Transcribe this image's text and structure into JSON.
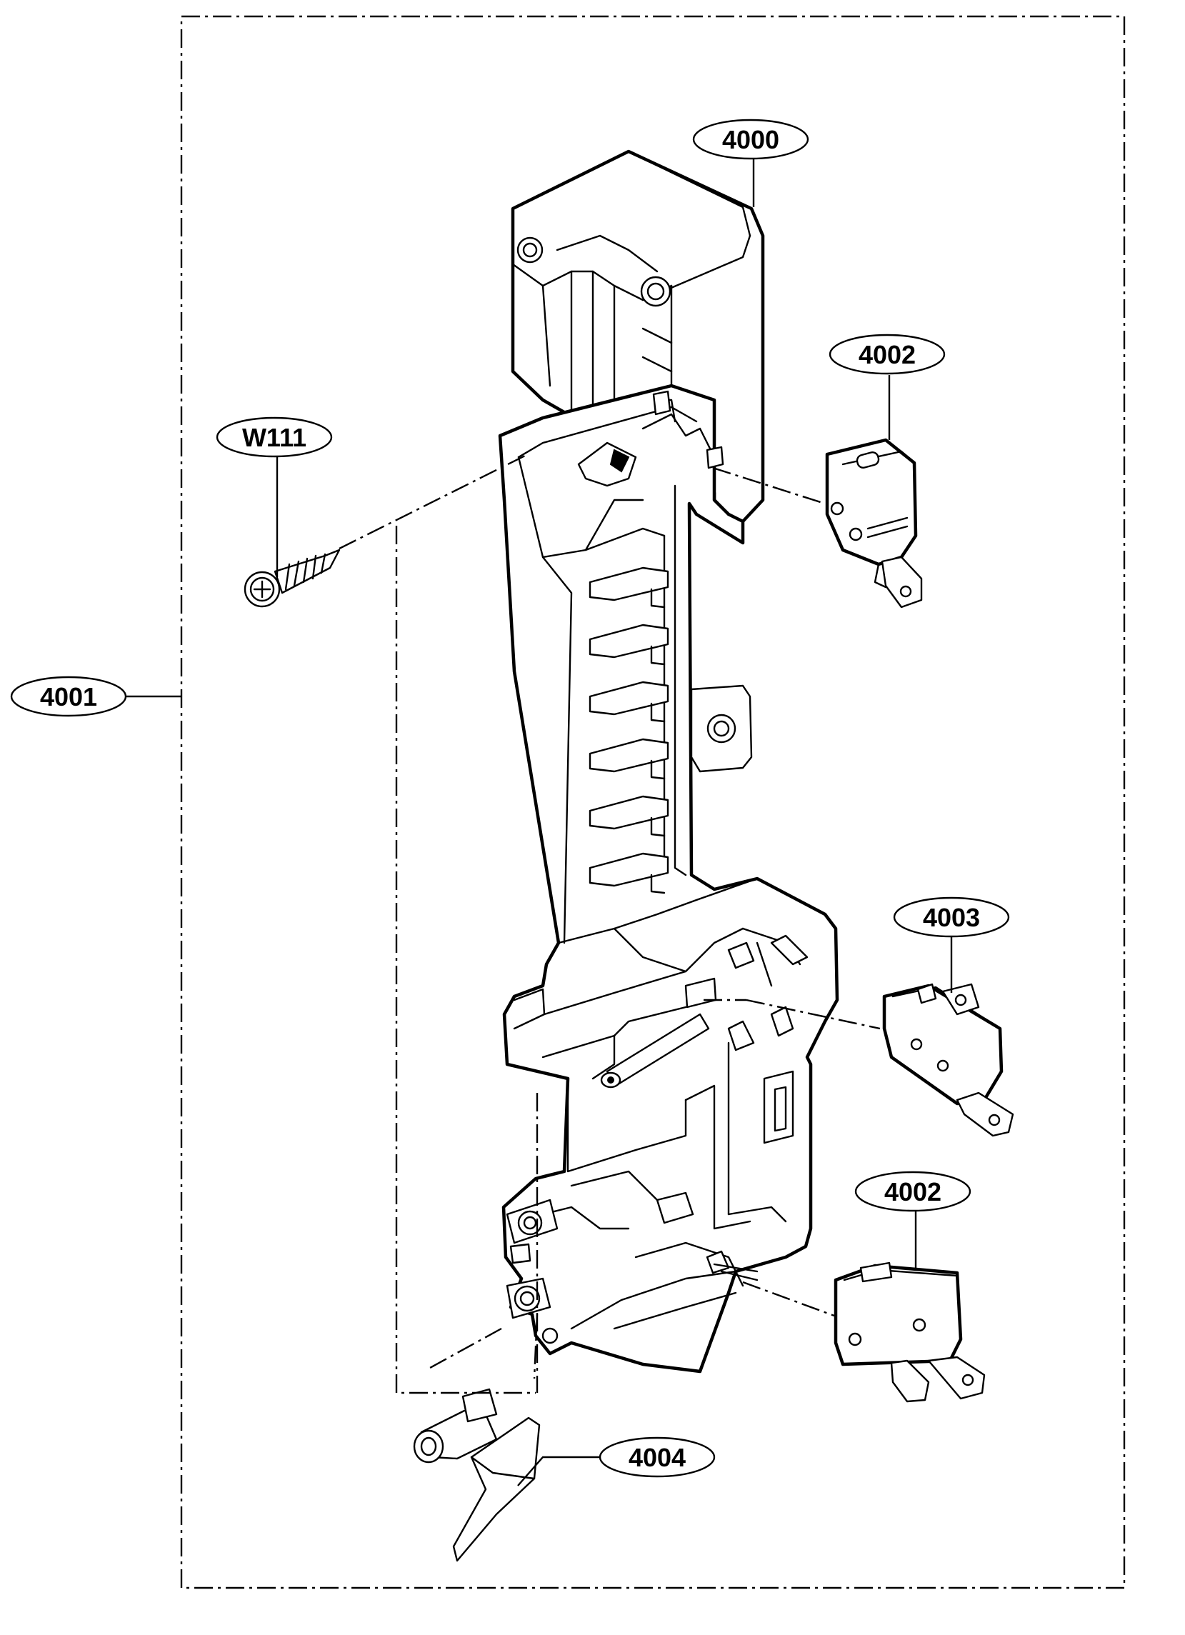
{
  "diagram": {
    "callouts": [
      {
        "id": "c4000",
        "text": "4000"
      },
      {
        "id": "c4002a",
        "text": "4002"
      },
      {
        "id": "cW111",
        "text": "W111"
      },
      {
        "id": "c4001",
        "text": "4001"
      },
      {
        "id": "c4003",
        "text": "4003"
      },
      {
        "id": "c4002b",
        "text": "4002"
      },
      {
        "id": "c4004",
        "text": "4004"
      }
    ]
  }
}
